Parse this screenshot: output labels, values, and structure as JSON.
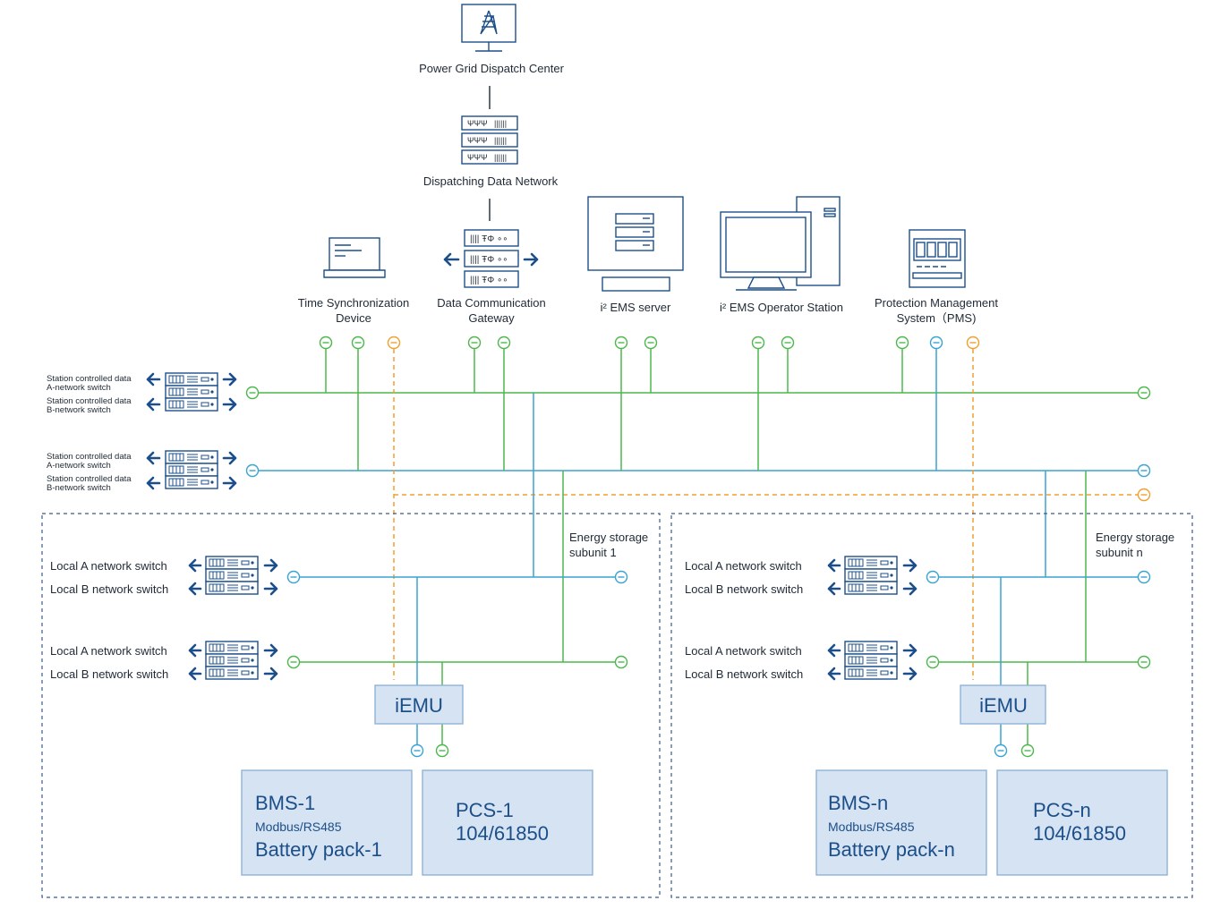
{
  "top": {
    "dispatch_center": "Power Grid Dispatch Center",
    "dispatching_network": "Dispatching Data Network"
  },
  "devices": {
    "time_sync_line1": "Time Synchronization",
    "time_sync_line2": "Device",
    "gateway_line1": "Data Communication",
    "gateway_line2": "Gateway",
    "ems_server": "i² EMS server",
    "ems_operator": "i² EMS Operator Station",
    "pms_line1": "Protection Management",
    "pms_line2": "System（PMS)"
  },
  "station_switches": {
    "a_line1": "Station controlled data",
    "a_line2": "A-network switch",
    "b_line1": "Station controlled data",
    "b_line2": "B-network switch"
  },
  "subunit_1": {
    "title_line1": "Energy storage",
    "title_line2": "subunit 1",
    "local_a": "Local A network switch",
    "local_b": "Local B network switch",
    "iemu": "iEMU",
    "bms_title": "BMS-1",
    "bms_protocol": "Modbus/RS485",
    "bms_pack": "Battery pack-1",
    "pcs_title": "PCS-1",
    "pcs_protocol": "104/61850"
  },
  "subunit_n": {
    "title_line1": "Energy storage",
    "title_line2": "subunit n",
    "local_a": "Local A network switch",
    "local_b": "Local B network switch",
    "iemu": "iEMU",
    "bms_title": "BMS-n",
    "bms_protocol": "Modbus/RS485",
    "bms_pack": "Battery pack-n",
    "pcs_title": "PCS-n",
    "pcs_protocol": "104/61850"
  },
  "colors": {
    "network_a": "#4cb84c",
    "network_b": "#3aa3d4",
    "time_sync": "#f0a030",
    "device_stroke": "#1c4f8a",
    "box_fill": "#d5e3f2"
  }
}
